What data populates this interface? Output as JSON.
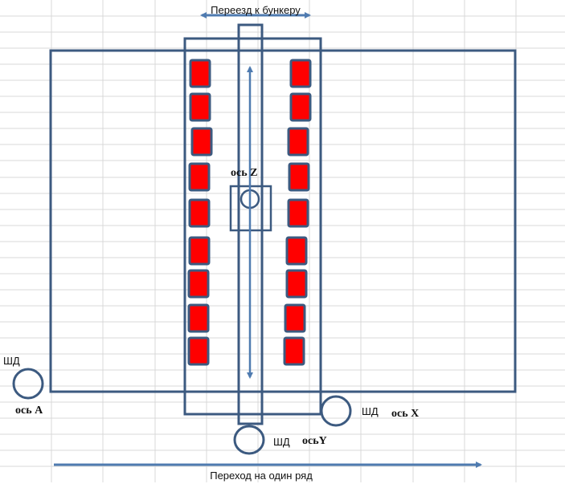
{
  "colors": {
    "frame": "#3c5a80",
    "arrow": "#4f7bb0",
    "cell": "#ff0000",
    "grid": "#d9d9d9"
  },
  "labels": {
    "top_arrow": "Переезд к бункеру",
    "bottom_arrow": "Переход на один ряд",
    "axis_z": "ось Z",
    "motor_a": "ШД",
    "axis_a": "ось A",
    "motor_x": "ШД",
    "axis_x": "ось X",
    "motor_y": "ШД",
    "axis_y": "осьY"
  },
  "cells": {
    "left_count": 9,
    "right_count": 9
  }
}
